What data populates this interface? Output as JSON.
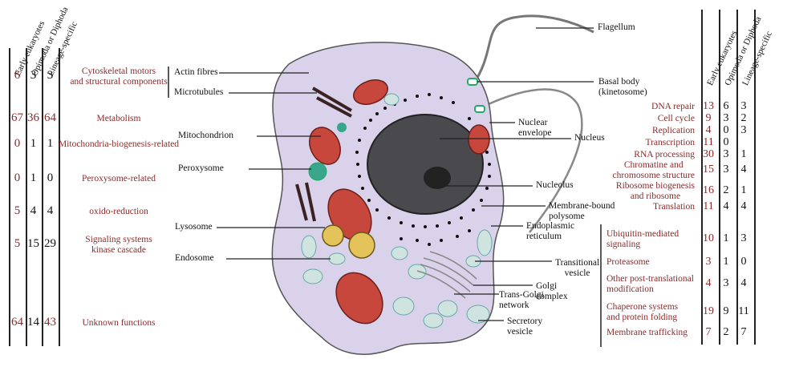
{
  "colors": {
    "category_text": "#8b2a2a",
    "cell_fill": "#d9d2ea",
    "mito_fill": "#c8473c",
    "line": "#222222",
    "vesicle": "#cfe3df"
  },
  "left_table": {
    "headers": [
      "Early eukaryotes",
      "Opimoda or Diphoda",
      "Lineage-specific"
    ],
    "rows": [
      {
        "values": [
          "6",
          "3",
          "3"
        ],
        "category": "Cytoskeletal motors\nand structural components"
      },
      {
        "values": [
          "67",
          "36",
          "64"
        ],
        "category": "Metabolism"
      },
      {
        "values": [
          "0",
          "1",
          "1"
        ],
        "category": "Mitochondria-biogenesis-related"
      },
      {
        "values": [
          "0",
          "1",
          "0"
        ],
        "category": "Peroxysome-related"
      },
      {
        "values": [
          "5",
          "4",
          "4"
        ],
        "category": "oxido-reduction"
      },
      {
        "values": [
          "5",
          "15",
          "29"
        ],
        "category": "Signaling systems\nkinase cascade"
      },
      {
        "values": [
          "64",
          "14",
          "43"
        ],
        "category": "Unknown functions"
      }
    ]
  },
  "right_table": {
    "headers": [
      "Early eukaryotes",
      "Opimoda or Diphoda",
      "Lineage-specific"
    ],
    "rows": [
      {
        "category": "DNA repair",
        "values": [
          "13",
          "6",
          "3"
        ]
      },
      {
        "category": "Cell cycle",
        "values": [
          "9",
          "3",
          "2"
        ]
      },
      {
        "category": "Replication",
        "values": [
          "4",
          "0",
          "3"
        ]
      },
      {
        "category": "Transcription",
        "values": [
          "11",
          "0",
          ""
        ]
      },
      {
        "category": "RNA processing",
        "values": [
          "30",
          "3",
          "1"
        ]
      },
      {
        "category": "Chromatine and\nchromosome structure",
        "values": [
          "15",
          "3",
          "4"
        ]
      },
      {
        "category": "Ribosome biogenesis\nand ribosome",
        "values": [
          "16",
          "2",
          "1"
        ]
      },
      {
        "category": "Translation",
        "values": [
          "11",
          "4",
          "4"
        ]
      },
      {
        "category": "Ubiquitin-mediated\nsignaling",
        "values": [
          "10",
          "1",
          "3"
        ]
      },
      {
        "category": "Proteasome",
        "values": [
          "3",
          "1",
          "0"
        ]
      },
      {
        "category": "Other post-translational\nmodification",
        "values": [
          "4",
          "3",
          "4"
        ]
      },
      {
        "category": "Chaperone systems\nand protein folding",
        "values": [
          "19",
          "9",
          "11"
        ]
      },
      {
        "category": "Membrane trafficking",
        "values": [
          "7",
          "2",
          "7"
        ]
      }
    ]
  },
  "labels": {
    "actin": "Actin fibres",
    "microtubules": "Microtubules",
    "mitochondrion": "Mitochondrion",
    "peroxysome": "Peroxysome",
    "lysosome": "Lysosome",
    "endosome": "Endosome",
    "flagellum": "Flagellum",
    "basal_body": "Basal body\n(kinetosome)",
    "nuclear_envelope": "Nuclear\nenvelope",
    "nucleus": "Nucleus",
    "nucleolus": "Nucleolus",
    "membrane_polysome": "Membrane-bound\npolysome",
    "er": "Endoplasmic\nreticulum",
    "transitional_vesicle": "Transitional\nvesicle",
    "golgi": "Golgi\ncomplex",
    "trans_golgi": "Trans-Golgi\nnetwork",
    "secretory_vesicle": "Secretory\nvesicle"
  }
}
